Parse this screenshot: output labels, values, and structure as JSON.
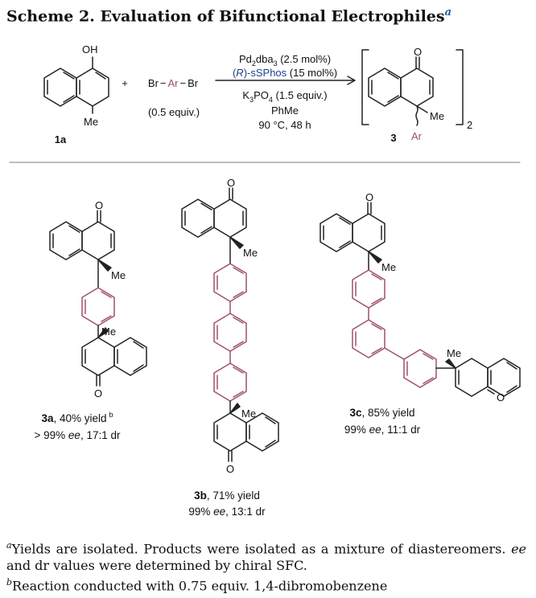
{
  "title": "Scheme 2. Evaluation of Bifunctional Electrophiles",
  "title_note": "a",
  "reaction": {
    "reagent_left": "Br",
    "reagent_mid": "Ar",
    "reagent_right": "Br",
    "reagent_equiv": "(0.5 equiv.)",
    "plus": "+",
    "sm_label": "1a",
    "oh": "OH",
    "me": "Me",
    "conditions": {
      "cat_a": "Pd",
      "cat_sub1": "2",
      "cat_b": "dba",
      "cat_sub2": "3",
      "cat_c": " (2.5 mol%)",
      "lig_r": "R",
      "lig_rest": "-sSPhos",
      "lig_amt": " (15 mol%)",
      "base_a": "K",
      "base_sub1": "3",
      "base_b": "PO",
      "base_sub2": "4",
      "base_c": " (1.5 equiv.)",
      "solvent": "PhMe",
      "temp": "90 °C, 48 h"
    },
    "product_label": "3",
    "product_o": "O",
    "product_me": "Me",
    "product_ar": "Ar",
    "bracket_sub": "2"
  },
  "products": [
    {
      "id": "3a",
      "yield_text": ", 40% yield",
      "note": "b",
      "line2_pre": "> 99% ",
      "ee": "ee",
      "line2_post": ", 17:1 dr"
    },
    {
      "id": "3b",
      "yield_text": ", 71% yield",
      "note": "",
      "line2_pre": "99% ",
      "ee": "ee",
      "line2_post": ", 13:1 dr"
    },
    {
      "id": "3c",
      "yield_text": ", 85% yield",
      "note": "",
      "line2_pre": "99% ",
      "ee": "ee",
      "line2_post": ", 11:1 dr"
    }
  ],
  "atoms": {
    "o": "O",
    "me": "Me"
  },
  "footnotes": {
    "a_mark": "a",
    "a_text1": "Yields are isolated. Products were isolated as a mixture of diastereomers. ",
    "a_ee": "ee",
    "a_text2": " and dr values were determined by chiral SFC.",
    "b_mark": "b",
    "b_text": "Reaction conducted with 0.75 equiv. 1,4-dibromobenzene"
  },
  "colors": {
    "aryl_linker": "#a0506a",
    "ligand_text": "#1f3f8f",
    "title_note": "#1f5aa6"
  }
}
